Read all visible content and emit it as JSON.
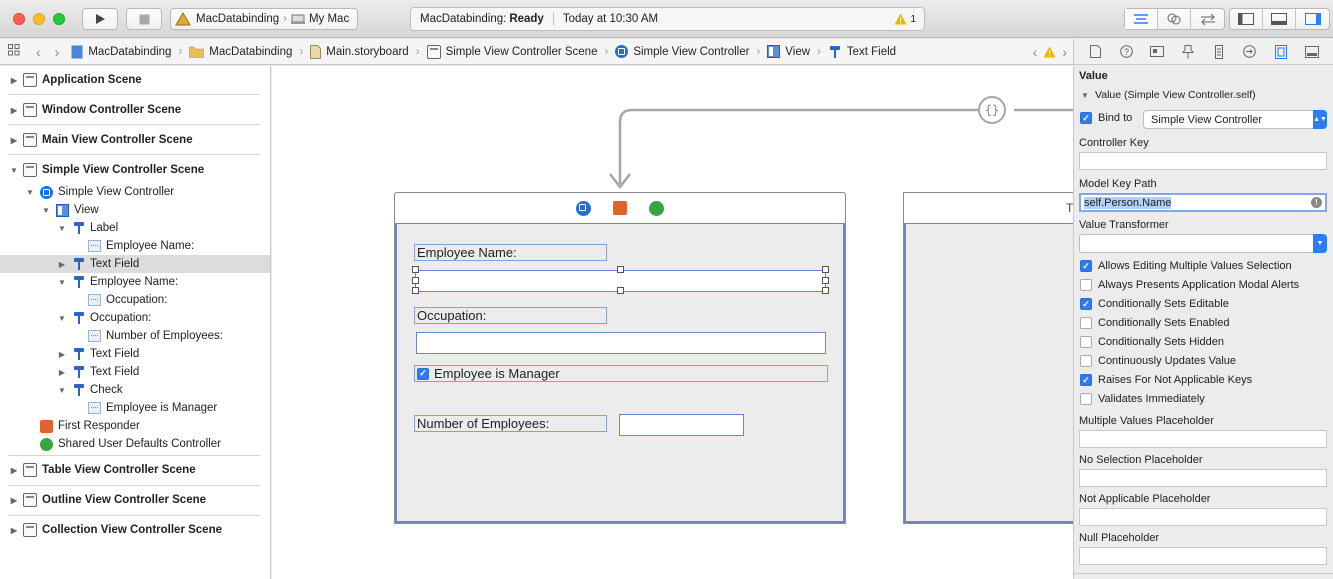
{
  "toolbar": {
    "scheme_project": "MacDatabinding",
    "scheme_destination": "My Mac",
    "activity_project": "MacDatabinding:",
    "activity_status": "Ready",
    "activity_time": "Today at 10:30 AM",
    "warning_count": "1"
  },
  "jumpbar": {
    "crumbs": [
      "MacDatabinding",
      "MacDatabinding",
      "Main.storyboard",
      "Simple View Controller Scene",
      "Simple View Controller",
      "View",
      "Text Field"
    ]
  },
  "navigator": {
    "scenes": [
      "Application Scene",
      "Window Controller Scene",
      "Main View Controller Scene",
      "Simple View Controller Scene",
      "Table View Controller Scene",
      "Outline View Controller Scene",
      "Collection View Controller Scene"
    ],
    "tree": [
      "Simple View Controller",
      "View",
      "Label",
      "Employee Name:",
      "Text Field",
      "Employee Name:",
      "Occupation:",
      "Occupation:",
      "Number of Employees:",
      "Text Field",
      "Text Field",
      "Check",
      "Employee is Manager",
      "First Responder",
      "Shared User Defaults Controller"
    ]
  },
  "canvas": {
    "employee_name_label": "Employee Name:",
    "occupation_label": "Occupation:",
    "manager_checkbox_label": "Employee is Manager",
    "num_employees_label": "Number of Employees:",
    "second_frame_title": "T"
  },
  "inspector": {
    "section": "Value",
    "binding_header": "Value (Simple View Controller.self)",
    "bind_to_label": "Bind to",
    "bind_to_value": "Simple View Controller",
    "controller_key_label": "Controller Key",
    "controller_key_value": "",
    "model_key_path_label": "Model Key Path",
    "model_key_path_value": "self.Person.Name",
    "value_transformer_label": "Value Transformer",
    "value_transformer_value": "",
    "options": [
      {
        "label": "Allows Editing Multiple Values Selection",
        "checked": true
      },
      {
        "label": "Always Presents Application Modal Alerts",
        "checked": false
      },
      {
        "label": "Conditionally Sets Editable",
        "checked": true
      },
      {
        "label": "Conditionally Sets Enabled",
        "checked": false
      },
      {
        "label": "Conditionally Sets Hidden",
        "checked": false
      },
      {
        "label": "Continuously Updates Value",
        "checked": false
      },
      {
        "label": "Raises For Not Applicable Keys",
        "checked": true
      },
      {
        "label": "Validates Immediately",
        "checked": false
      }
    ],
    "multiple_values_placeholder_label": "Multiple Values Placeholder",
    "no_selection_placeholder_label": "No Selection Placeholder",
    "not_applicable_placeholder_label": "Not Applicable Placeholder",
    "null_placeholder_label": "Null Placeholder"
  },
  "colors": {
    "accent": "#2d7cf6",
    "selection_outline": "#6e84c4",
    "warning": "#f2b400"
  }
}
